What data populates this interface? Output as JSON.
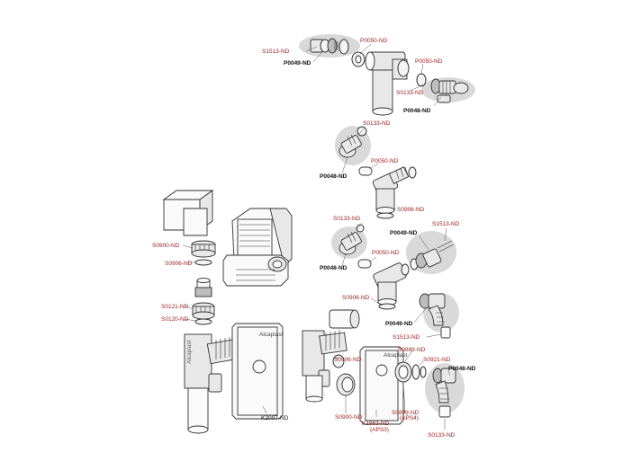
{
  "parts": {
    "s1513_a": "S1513-ND",
    "p0049_a": "P0049-ND",
    "p0050_a": "P0050-ND",
    "p0050_b": "P0050-ND",
    "s0133_a": "S0133-ND",
    "p0048_a": "P0048-ND",
    "s0133_b": "S0133-ND",
    "p0048_b": "P0048-ND",
    "p0050_c": "P0050-ND",
    "s0906_a": "S0906-ND",
    "s0133_c": "S0133-ND",
    "s1513_b": "S1513-ND",
    "p0049_b": "P0049-ND",
    "p0048_c": "P0048-ND",
    "p0050_d": "P0050-ND",
    "s0906_b": "S0906-ND",
    "s0900_a": "S0900-ND",
    "s0906_c": "S0906-ND",
    "s0121": "S0121-ND",
    "s0120": "S0120-ND",
    "k2007": "K2007-ND",
    "p0049_c": "P0049-ND",
    "s1513_c": "S1513-ND",
    "s0889": "S0889-ND",
    "s0921": "S0921-ND",
    "p0048_d": "P0048-ND",
    "s0906_d": "S0906-ND",
    "s0900_b": "S0900-ND",
    "k1963": "K1963-ND",
    "k1963_sub": "(APS3)",
    "s0899": "S0899-ND",
    "s0899_sub": "(APS4)",
    "s0133_d": "S0133-ND"
  },
  "brand": "Alcaplast",
  "colors": {
    "red_label": "#9b1c1c",
    "black_label": "#111111",
    "highlight": "#d9d9d9"
  }
}
